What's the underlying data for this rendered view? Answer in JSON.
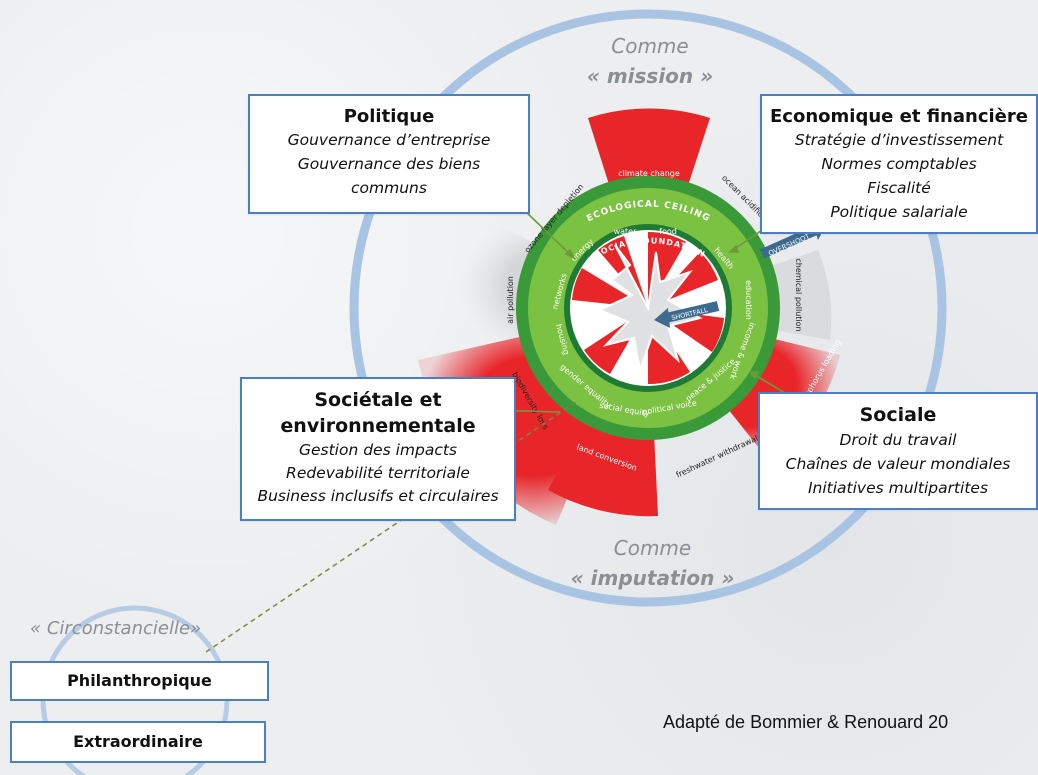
{
  "captions": {
    "top_line1": "Comme",
    "top_line2": "« mission »",
    "bottom_line1": "Comme",
    "bottom_line2": "« imputation »",
    "circumstantial": "« Circonstancielle»"
  },
  "boxes": {
    "politique": {
      "title": "Politique",
      "items": [
        "Gouvernance d’entreprise",
        "Gouvernance des biens",
        "communs"
      ]
    },
    "economique": {
      "title": "Economique et financière",
      "items": [
        "Stratégie d’investissement",
        "Normes comptables",
        "Fiscalité",
        "Politique salariale"
      ]
    },
    "societale": {
      "title_line1": "Sociétale et",
      "title_line2": "environnementale",
      "items": [
        "Gestion des impacts",
        "Redevabilité territoriale",
        "Business inclusifs et circulaires"
      ]
    },
    "sociale": {
      "title": "Sociale",
      "items": [
        "Droit du travail",
        "Chaînes de valeur mondiales",
        "Initiatives multipartites"
      ]
    }
  },
  "small_boxes": {
    "philanthropique": "Philanthropique",
    "extraordinaire": "Extraordinaire"
  },
  "credit": "Adapté de Bommier & Renouard 20",
  "doughnut": {
    "ecological_ceiling": "ECOLOGICAL CEILING",
    "social_foundation": "SOCIAL FOUNDATION",
    "overshoot": "OVERSHOOT",
    "shortfall": "SHORTFALL",
    "outer_labels": {
      "climate_change": "climate change",
      "ozone": "ozone layer depletion",
      "ocean": "ocean acidification",
      "chemical": "chemical pollution",
      "nitrogen": "nitrogen & phosphorus loading",
      "freshwater": "freshwater withdrawals",
      "land": "land conversion",
      "biodiversity": "biodiversity loss",
      "air": "air pollution"
    },
    "inner_labels": {
      "water": "water",
      "food": "food",
      "health": "health",
      "education": "education",
      "income": "income & work",
      "peace": "peace & justice",
      "political": "political voice",
      "social_equity": "social equity",
      "gender": "gender equality",
      "housing": "housing",
      "networks": "networks",
      "energy": "energy"
    }
  },
  "colors": {
    "ring_blue": "#a9c4e3",
    "box_border": "#4a7fc1",
    "overshoot_red": "#e8262a",
    "green_outer": "#3a9a3a",
    "green_light": "#7cc242",
    "green_dark": "#1e7a34",
    "arrow_blue": "#3d6b8f",
    "dashed": "#7a8a3c"
  }
}
